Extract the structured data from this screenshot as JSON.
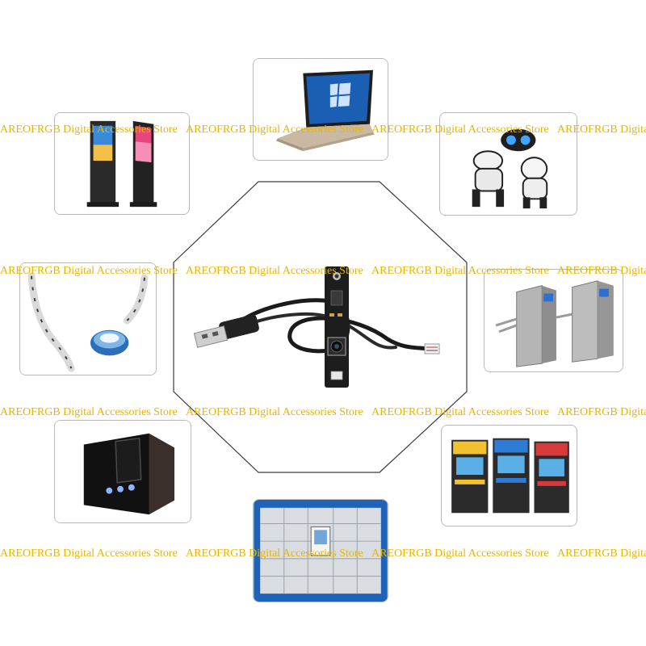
{
  "watermark": {
    "text": "AREOFRGB Digital Accessories Store",
    "color": "#e8b400"
  },
  "center": {
    "subject": "usb-camera-module-with-cable"
  },
  "applications": [
    {
      "name": "laptop"
    },
    {
      "name": "advertising-kiosk"
    },
    {
      "name": "robots"
    },
    {
      "name": "robotic-arm"
    },
    {
      "name": "turnstile-gates"
    },
    {
      "name": "face-recognition-terminal"
    },
    {
      "name": "atm-machines"
    },
    {
      "name": "smart-lockers"
    }
  ]
}
